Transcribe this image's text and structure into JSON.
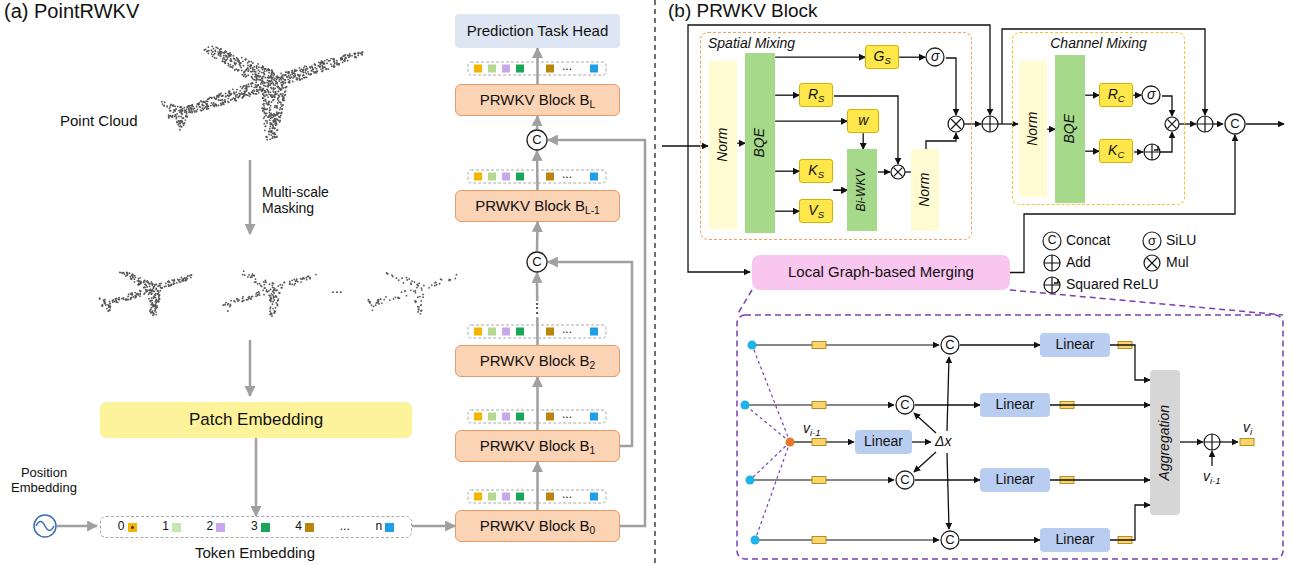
{
  "diagram": {
    "nodes": [
      {
        "text": [
          "Patch Embedding"
        ]
      },
      {
        "text": [
          "0",
          "1",
          "2",
          "3",
          "4",
          "...",
          "n"
        ]
      },
      {
        "text": [
          "PRWKV Block B0"
        ]
      },
      {
        "text": [
          "PRWKV Block B1"
        ]
      },
      {
        "text": [
          "PRWKV Block B2"
        ]
      },
      {
        "text": [
          "C"
        ]
      },
      {
        "text": [
          "PRWKV Block BL-1"
        ]
      },
      {
        "text": [
          "C"
        ]
      },
      {
        "text": [
          "PRWKV Block BL"
        ]
      },
      {
        "text": [
          "Prediction Task Head"
        ]
      },
      {
        "text": [
          "Spatial Mixing"
        ]
      },
      {
        "text": [
          "Norm"
        ],
        "in": 10
      },
      {
        "text": [
          "BQE"
        ],
        "in": 10
      },
      {
        "text": [
          "GS"
        ],
        "in": 10
      },
      {
        "text": [
          "RS"
        ],
        "in": 10
      },
      {
        "text": [
          "w"
        ],
        "in": 10
      },
      {
        "text": [
          "KS"
        ],
        "in": 10
      },
      {
        "text": [
          "VS"
        ],
        "in": 10
      },
      {
        "text": [
          "Bi-WKV"
        ],
        "in": 10
      },
      {
        "text": [
          "Norm"
        ],
        "in": 10
      },
      {
        "text": [
          "σ"
        ],
        "in": 10
      },
      {
        "text": [
          "Channel Mixing"
        ]
      },
      {
        "text": [
          "Norm"
        ],
        "in": 21
      },
      {
        "text": [
          "BQE"
        ],
        "in": 21
      },
      {
        "text": [
          "RC"
        ],
        "in": 21
      },
      {
        "text": [
          "KC"
        ],
        "in": 21
      },
      {
        "text": [
          "σ"
        ],
        "in": 21
      },
      {
        "text": [
          "C"
        ]
      },
      {
        "text": [
          "Local Graph-based Merging"
        ]
      },
      {
        "text": [
          "C"
        ]
      },
      {
        "text": [
          "Linear"
        ]
      },
      {
        "text": [
          "C"
        ]
      },
      {
        "text": [
          "Linear"
        ]
      },
      {
        "text": [
          "Linear"
        ]
      },
      {
        "text": [
          "C"
        ]
      },
      {
        "text": [
          "Linear"
        ]
      },
      {
        "text": [
          "C"
        ]
      },
      {
        "text": [
          "Linear"
        ]
      },
      {
        "text": [
          "Aggregation"
        ]
      }
    ],
    "edges": [
      {
        "from": 0,
        "to": 1,
        "arrow": "to"
      },
      {
        "from": 1,
        "to": 2,
        "arrow": "to"
      },
      {
        "from": 2,
        "to": 3,
        "arrow": "to"
      },
      {
        "from": 3,
        "to": 4,
        "arrow": "to"
      },
      {
        "from": 4,
        "to": 5,
        "label": "⋮",
        "arrow": "to"
      },
      {
        "from": 3,
        "to": 5,
        "arrow": "to"
      },
      {
        "from": 5,
        "to": 6,
        "arrow": "to"
      },
      {
        "from": 6,
        "to": 7,
        "arrow": "to"
      },
      {
        "from": 2,
        "to": 7,
        "arrow": "to"
      },
      {
        "from": 7,
        "to": 8,
        "arrow": "to"
      },
      {
        "from": 8,
        "to": 9,
        "arrow": "to"
      },
      {
        "from": 11,
        "to": 12,
        "arrow": "to"
      },
      {
        "from": 12,
        "to": 13,
        "arrow": "to"
      },
      {
        "from": 12,
        "to": 14,
        "arrow": "to"
      },
      {
        "from": 12,
        "to": 15,
        "arrow": "to"
      },
      {
        "from": 12,
        "to": 16,
        "arrow": "to"
      },
      {
        "from": 12,
        "to": 17,
        "arrow": "to"
      },
      {
        "from": 13,
        "to": 20,
        "arrow": "to"
      },
      {
        "from": 16,
        "to": 18,
        "arrow": "to"
      },
      {
        "from": 17,
        "to": 18,
        "arrow": "to"
      },
      {
        "from": 15,
        "to": 18,
        "arrow": "to"
      },
      {
        "from": 22,
        "to": 23,
        "arrow": "to"
      },
      {
        "from": 23,
        "to": 24,
        "arrow": "to"
      },
      {
        "from": 23,
        "to": 25,
        "arrow": "to"
      },
      {
        "from": 24,
        "to": 26,
        "arrow": "to"
      },
      {
        "from": 28,
        "to": 27,
        "arrow": "to"
      },
      {
        "from": 29,
        "to": 30,
        "arrow": "to"
      },
      {
        "from": 31,
        "to": 32,
        "arrow": "to"
      },
      {
        "from": 34,
        "to": 35,
        "arrow": "to"
      },
      {
        "from": 36,
        "to": 37,
        "arrow": "to"
      },
      {
        "from": 30,
        "to": 38,
        "arrow": "to"
      },
      {
        "from": 32,
        "to": 38,
        "arrow": "to"
      },
      {
        "from": 35,
        "to": 38,
        "arrow": "to"
      },
      {
        "from": 37,
        "to": 38,
        "arrow": "to"
      }
    ],
    "labels": [
      "(a) PointRWKV",
      "(b) PRWKV Block",
      "Point Cloud",
      "Multi-scale Masking",
      "...",
      "Position Embedding",
      "vi-1",
      "Δx",
      "vi-1",
      "vi",
      "C",
      "σ",
      "Token Embedding",
      "...",
      "...",
      "...",
      "...",
      "..."
    ],
    "legend": [
      {
        "text": "Concat"
      },
      {
        "text": "SiLU"
      },
      {
        "text": "Add"
      },
      {
        "text": "Mul"
      },
      {
        "text": "Squared ReLU"
      }
    ]
  }
}
